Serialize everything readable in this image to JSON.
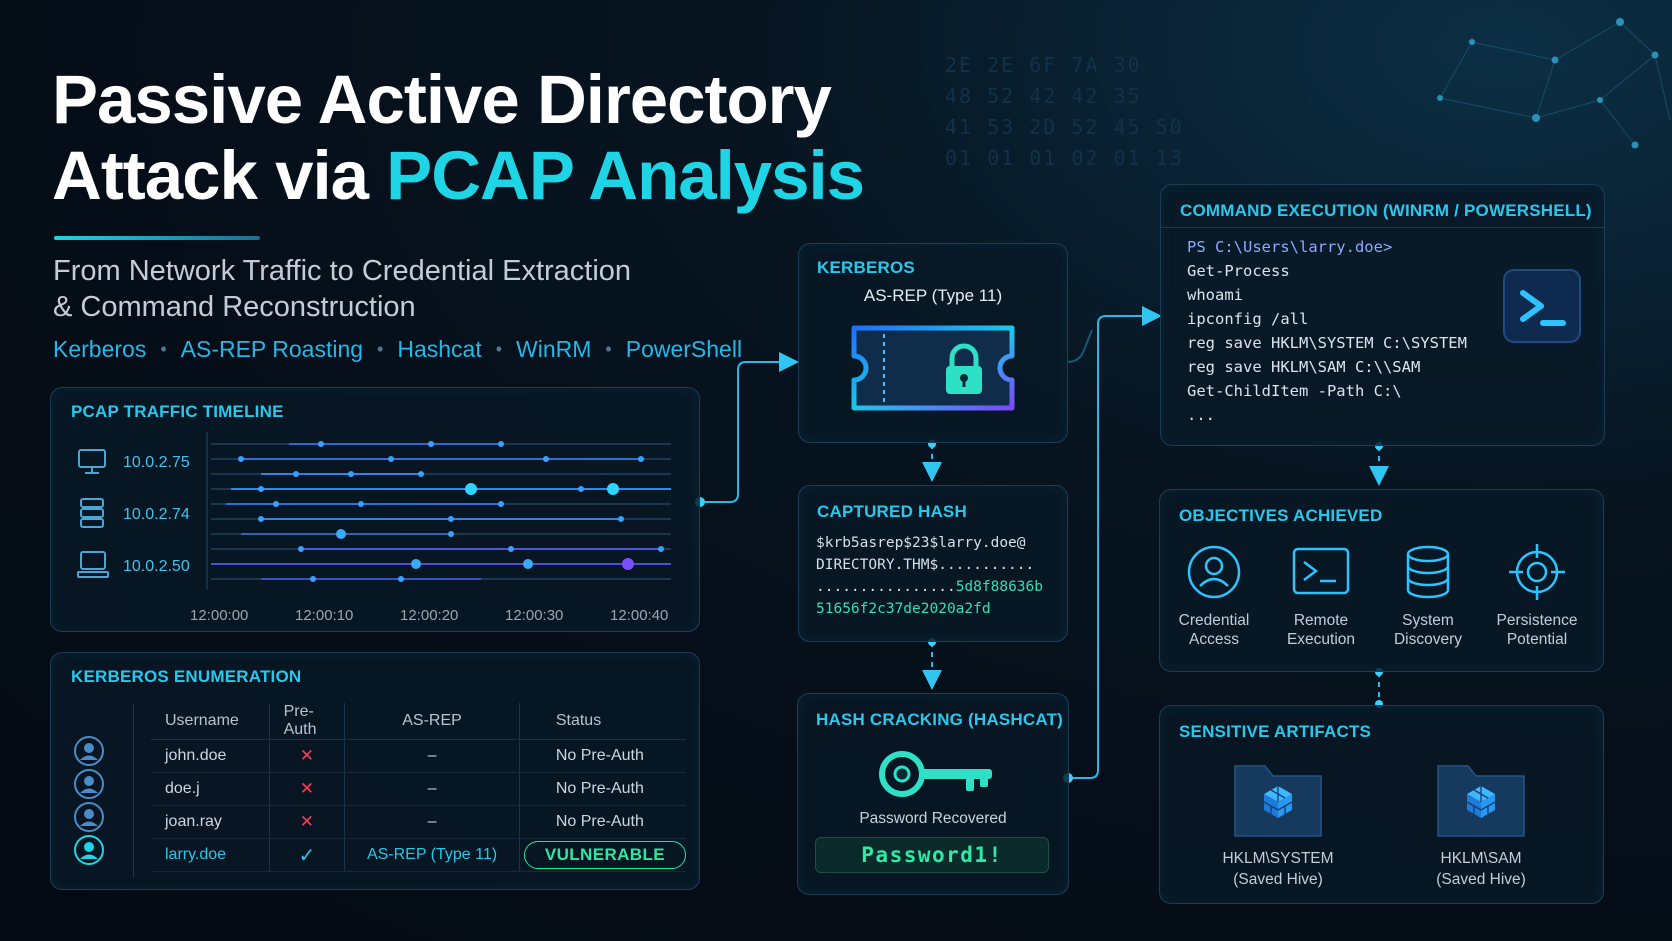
{
  "header": {
    "title_line1": "Passive Active Directory",
    "title_line2_prefix": "Attack via ",
    "title_line2_accent": "PCAP Analysis",
    "subtitle_line1": "From Network Traffic to Credential Extraction",
    "subtitle_line2": "& Command Reconstruction",
    "tags": [
      "Kerberos",
      "AS-REP Roasting",
      "Hashcat",
      "WinRM",
      "PowerShell"
    ]
  },
  "background_hex": [
    "2E 2E 6F 7A 30",
    "48 52 42 42 35",
    "41 53 2D 52 45 50",
    "01 01 01 02 01 13"
  ],
  "timeline": {
    "title": "PCAP TRAFFIC TIMELINE",
    "hosts": [
      {
        "ip": "10.0.2.75",
        "icon": "monitor-icon"
      },
      {
        "ip": "10.0.2.74",
        "icon": "server-icon"
      },
      {
        "ip": "10.0.2.50",
        "icon": "computer-icon"
      }
    ],
    "ticks": [
      "12:00:00",
      "12:00:10",
      "12:00:20",
      "12:00:30",
      "12:00:40"
    ]
  },
  "enumeration": {
    "title": "KERBEROS ENUMERATION",
    "columns": [
      "Username",
      "Pre-Auth",
      "AS-REP",
      "Status"
    ],
    "rows": [
      {
        "username": "john.doe",
        "preauth": "✕",
        "asrep": "–",
        "status": "No Pre-Auth"
      },
      {
        "username": "doe.j",
        "preauth": "✕",
        "asrep": "–",
        "status": "No Pre-Auth"
      },
      {
        "username": "joan.ray",
        "preauth": "✕",
        "asrep": "–",
        "status": "No Pre-Auth"
      },
      {
        "username": "larry.doe",
        "preauth": "✓",
        "asrep": "AS-REP (Type 11)",
        "status": "VULNERABLE"
      }
    ]
  },
  "kerberos": {
    "title": "KERBEROS",
    "subtitle": "AS-REP (Type 11)"
  },
  "captured_hash": {
    "title": "CAPTURED HASH",
    "line1": "$krb5asrep$23$larry.doe@",
    "line2": "DIRECTORY.THM$...........",
    "line3_dots": "................",
    "line3_hex": "5d8f88636b",
    "line4": "51656f2c37de2020a2fd"
  },
  "cracking": {
    "title": "HASH CRACKING (HASHCAT)",
    "label": "Password Recovered",
    "password": "Password1!"
  },
  "command_exec": {
    "title": "COMMAND EXECUTION (WINRM / POWERSHELL)",
    "prompt": "PS C:\\Users\\larry.doe>",
    "commands": [
      "Get-Process",
      "whoami",
      "ipconfig /all",
      "reg save HKLM\\SYSTEM C:\\SYSTEM",
      "reg save HKLM\\SAM C:\\\\SAM",
      "Get-ChildItem -Path C:\\",
      "..."
    ]
  },
  "objectives": {
    "title": "OBJECTIVES ACHIEVED",
    "items": [
      {
        "line1": "Credential",
        "line2": "Access",
        "icon": "user-icon"
      },
      {
        "line1": "Remote",
        "line2": "Execution",
        "icon": "terminal-icon"
      },
      {
        "line1": "System",
        "line2": "Discovery",
        "icon": "database-icon"
      },
      {
        "line1": "Persistence",
        "line2": "Potential",
        "icon": "target-icon"
      }
    ]
  },
  "artifacts": {
    "title": "SENSITIVE ARTIFACTS",
    "items": [
      {
        "line1": "HKLM\\SYSTEM",
        "line2": "(Saved Hive)"
      },
      {
        "line1": "HKLM\\SAM",
        "line2": "(Saved Hive)"
      }
    ]
  },
  "colors": {
    "accent": "#1fd4e4",
    "danger": "#ff3a56",
    "success": "#2ee6a0",
    "background": "#050d17"
  }
}
